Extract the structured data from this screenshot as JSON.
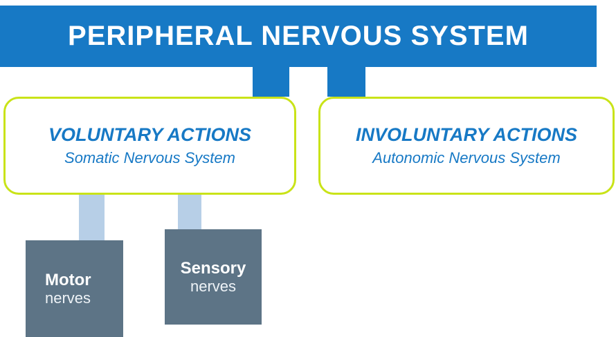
{
  "colors": {
    "header_bg": "#1779c5",
    "accent_blue": "#1779c5",
    "lime_border": "#c9e318",
    "connector_light": "#b7cfe7",
    "box_gray": "#5d7486",
    "text_white": "#ffffff"
  },
  "header": {
    "title": "PERIPHERAL NERVOUS SYSTEM"
  },
  "branches": {
    "voluntary": {
      "title": "VOLUNTARY ACTIONS",
      "subtitle": "Somatic Nervous System"
    },
    "involuntary": {
      "title": "INVOLUNTARY ACTIONS",
      "subtitle": "Autonomic Nervous System"
    }
  },
  "nodes": {
    "motor": {
      "title": "Motor",
      "subtitle": "nerves"
    },
    "sensory": {
      "title": "Sensory",
      "subtitle": "nerves"
    }
  }
}
